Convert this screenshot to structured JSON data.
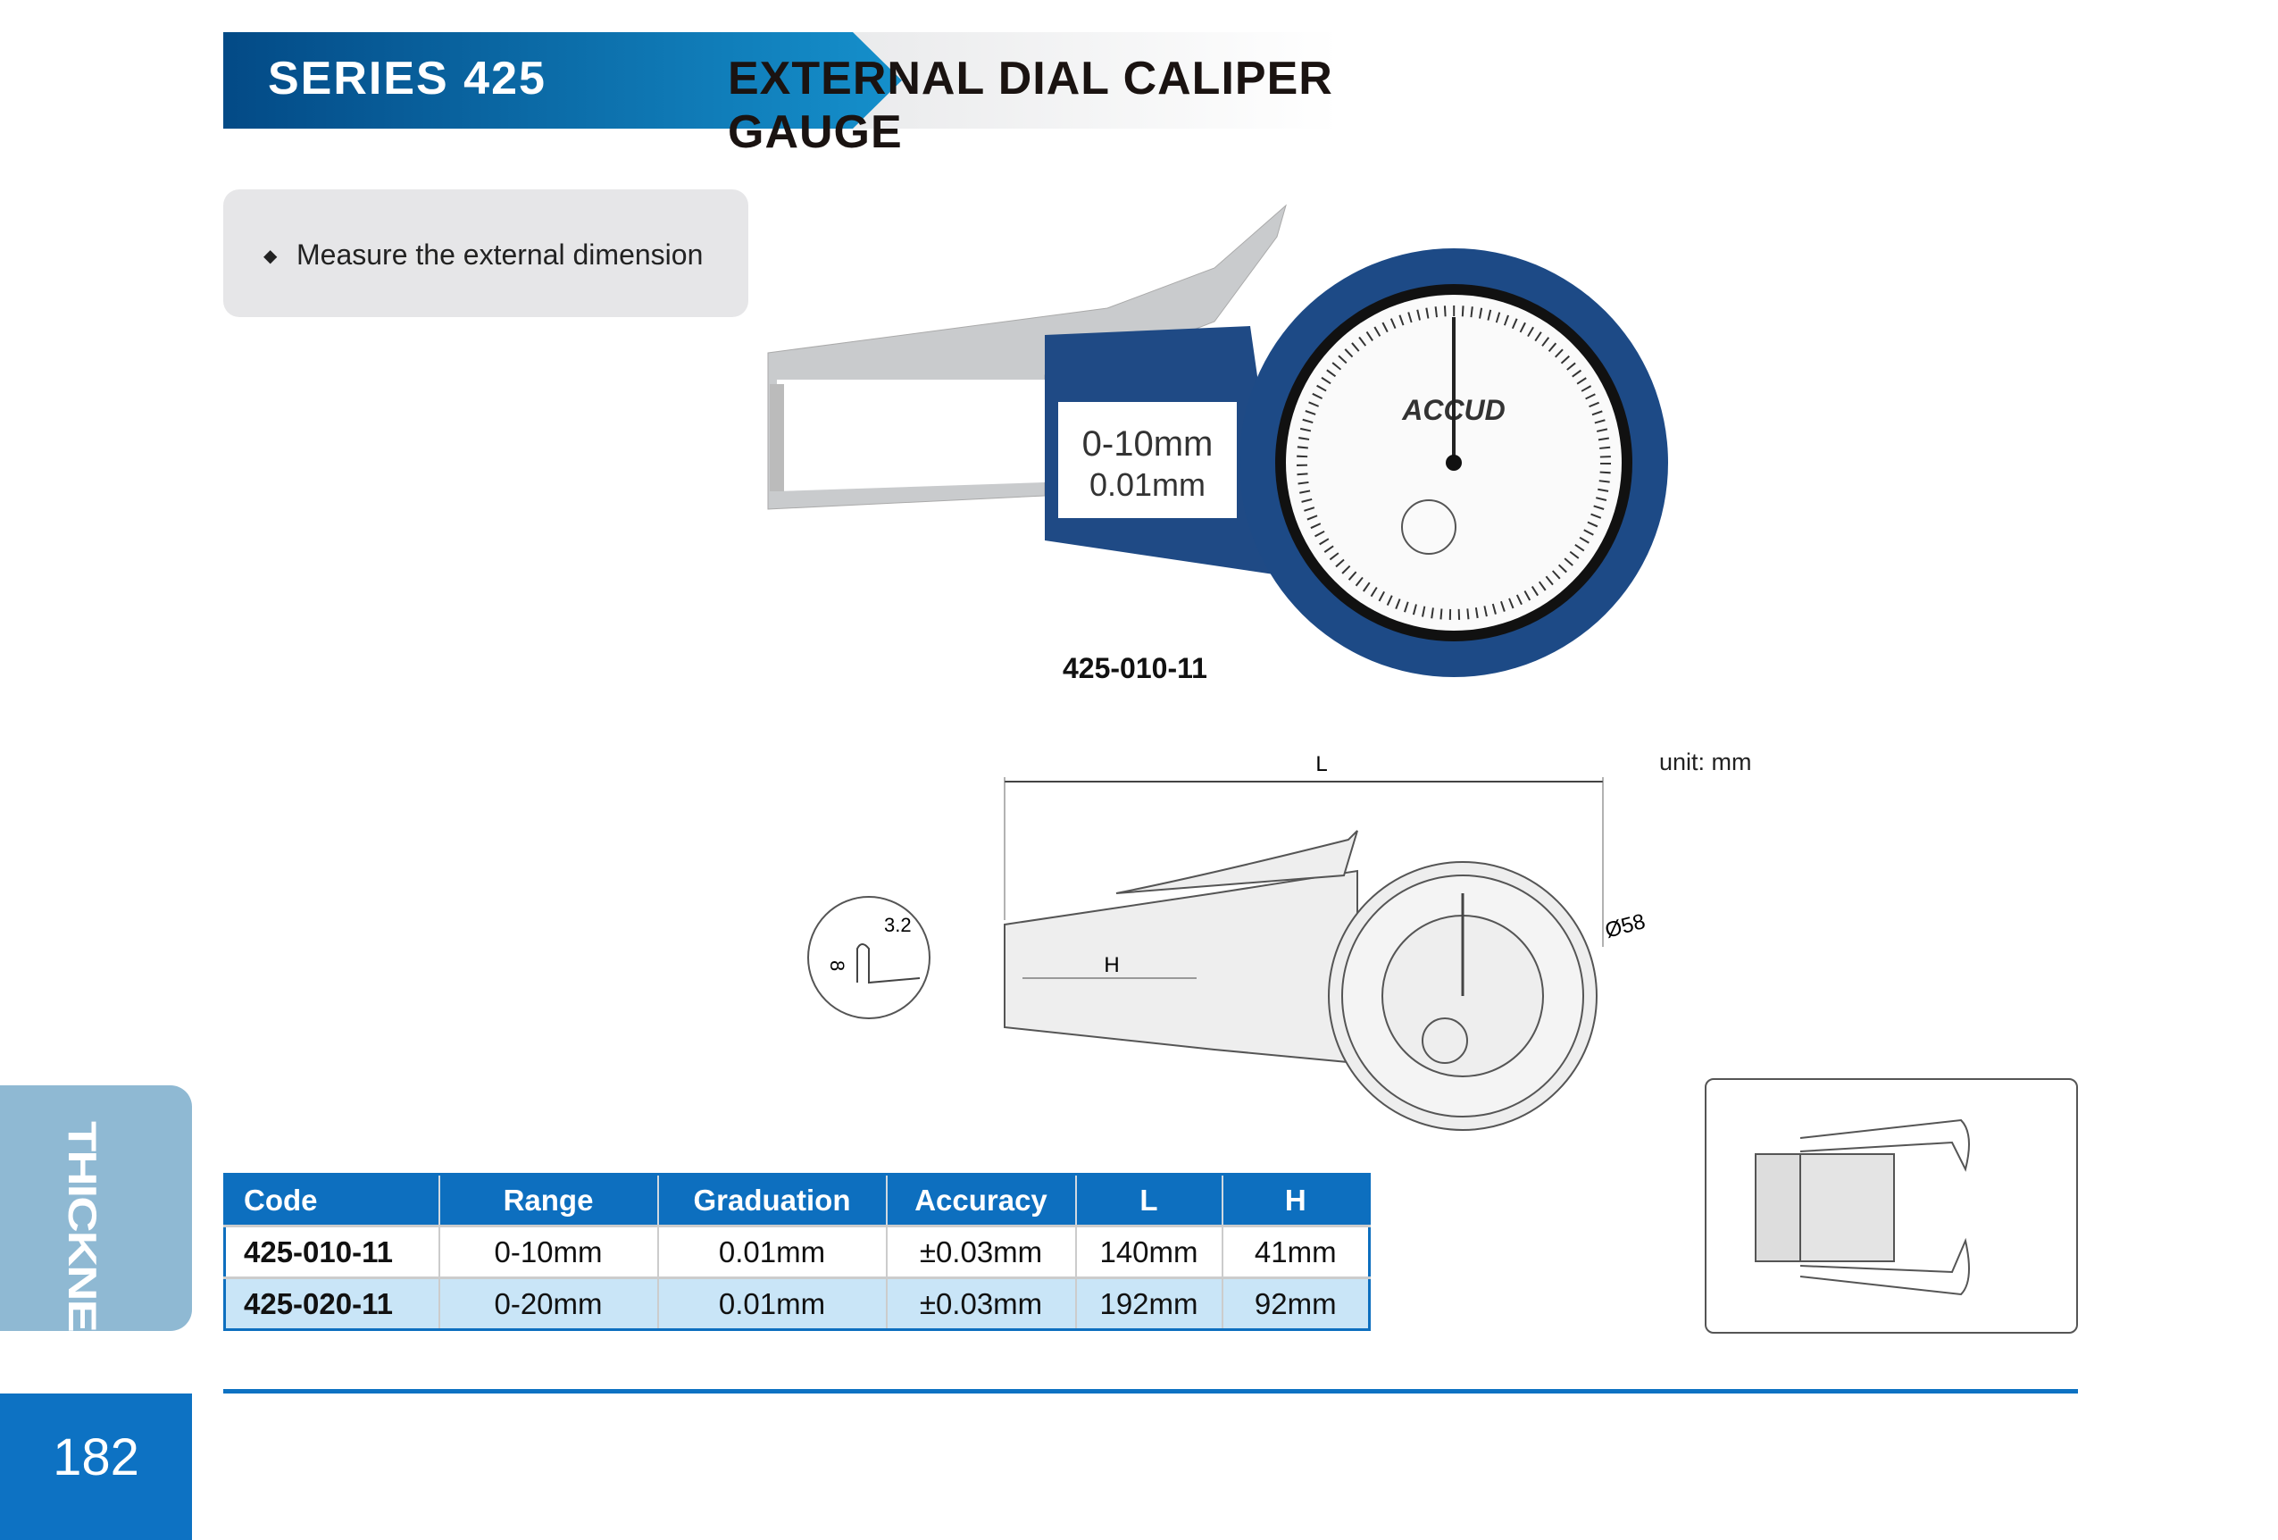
{
  "header": {
    "series": "SERIES 425",
    "title": "EXTERNAL DIAL CALIPER GAUGE"
  },
  "features": [
    "Measure the external dimension"
  ],
  "product": {
    "model": "425-010-11",
    "dial_brand": "ACCUD",
    "label_range": "0-10mm",
    "label_graduation": "0.01mm"
  },
  "drawing": {
    "unit": "unit: mm",
    "dim_L": "L",
    "dim_H": "H",
    "diameter": "Ø58",
    "detail_width": "3.2",
    "detail_height": "8"
  },
  "table": {
    "headers": [
      "Code",
      "Range",
      "Graduation",
      "Accuracy",
      "L",
      "H"
    ],
    "rows": [
      [
        "425-010-11",
        "0-10mm",
        "0.01mm",
        "±0.03mm",
        "140mm",
        "41mm"
      ],
      [
        "425-020-11",
        "0-20mm",
        "0.01mm",
        "±0.03mm",
        "192mm",
        "92mm"
      ]
    ]
  },
  "side_tab": "THICKNESS",
  "page_number": "182"
}
